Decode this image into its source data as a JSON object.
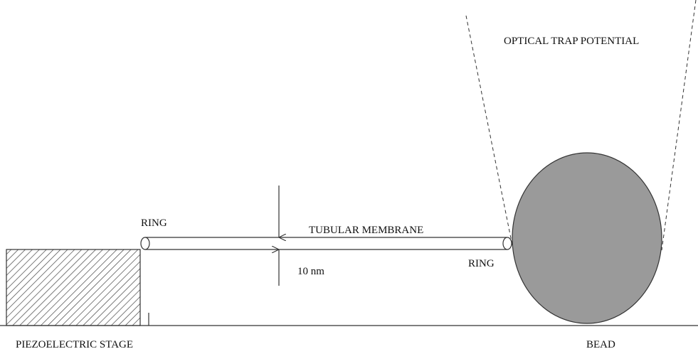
{
  "labels": {
    "optical_trap": "OPTICAL TRAP POTENTIAL",
    "ring_left": "RING",
    "tubular_membrane": "TUBULAR MEMBRANE",
    "ring_right": "RING",
    "thickness": "10 nm",
    "piezo_stage": "PIEZOELECTRIC STAGE",
    "bead": "BEAD"
  },
  "colors": {
    "bead_fill": "#9a9a9a",
    "line": "#333333",
    "hatch": "#444444"
  }
}
